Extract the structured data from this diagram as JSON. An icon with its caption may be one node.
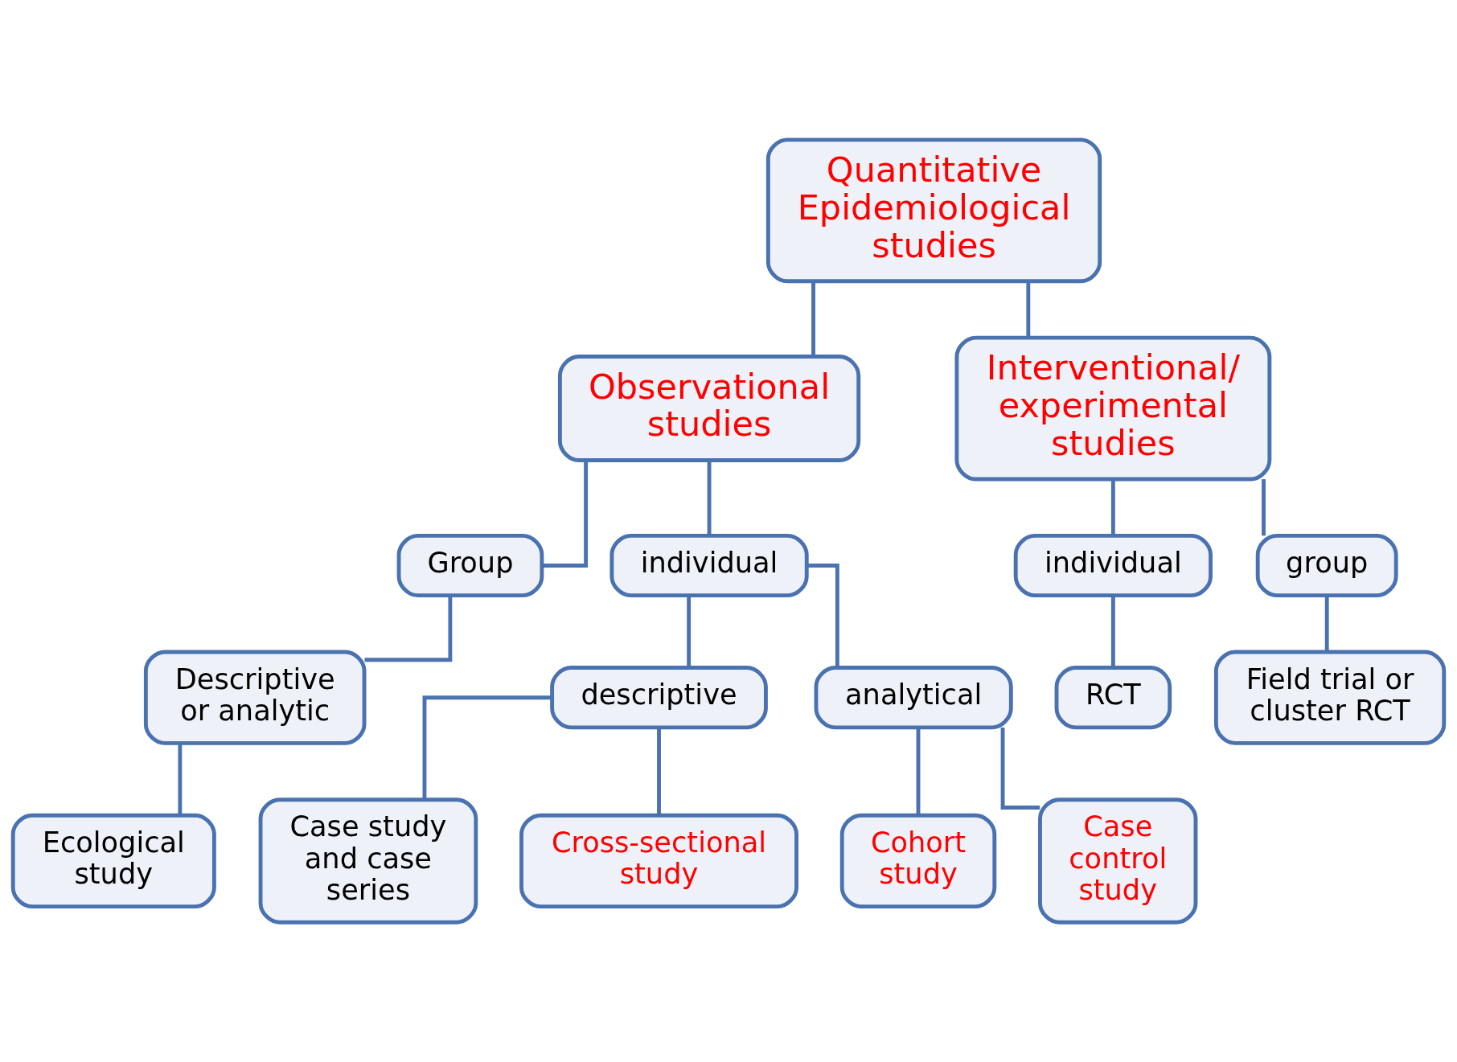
{
  "diagram": {
    "nodes": [
      {
        "text": [
          "Quantitative Epidemiological studies"
        ]
      },
      {
        "text": [
          "Observational studies"
        ]
      },
      {
        "text": [
          "Interventional/ experimental studies"
        ]
      },
      {
        "text": [
          "Group"
        ]
      },
      {
        "text": [
          "individual"
        ]
      },
      {
        "text": [
          "individual"
        ]
      },
      {
        "text": [
          "group"
        ]
      },
      {
        "text": [
          "Descriptive or analytic"
        ]
      },
      {
        "text": [
          "descriptive"
        ]
      },
      {
        "text": [
          "analytical"
        ]
      },
      {
        "text": [
          "RCT"
        ]
      },
      {
        "text": [
          "Field trial or cluster RCT"
        ]
      },
      {
        "text": [
          "Ecological study"
        ]
      },
      {
        "text": [
          "Case study and case series"
        ]
      },
      {
        "text": [
          "Cross-sectional study"
        ]
      },
      {
        "text": [
          "Cohort study"
        ]
      },
      {
        "text": [
          "Case control study"
        ]
      }
    ],
    "edges": [
      {
        "from": 0,
        "to": 1,
        "arrow": "none"
      },
      {
        "from": 0,
        "to": 2,
        "arrow": "none"
      },
      {
        "from": 1,
        "to": 3,
        "arrow": "none"
      },
      {
        "from": 1,
        "to": 4,
        "arrow": "none"
      },
      {
        "from": 2,
        "to": 5,
        "arrow": "none"
      },
      {
        "from": 2,
        "to": 6,
        "arrow": "none"
      },
      {
        "from": 3,
        "to": 7,
        "arrow": "none"
      },
      {
        "from": 4,
        "to": 8,
        "arrow": "none"
      },
      {
        "from": 4,
        "to": 9,
        "arrow": "none"
      },
      {
        "from": 5,
        "to": 10,
        "arrow": "none"
      },
      {
        "from": 6,
        "to": 11,
        "arrow": "none"
      },
      {
        "from": 7,
        "to": 12,
        "arrow": "none"
      },
      {
        "from": 8,
        "to": 13,
        "arrow": "none"
      },
      {
        "from": 8,
        "to": 14,
        "arrow": "none"
      },
      {
        "from": 9,
        "to": 15,
        "arrow": "none"
      },
      {
        "from": 9,
        "to": 16,
        "arrow": "none"
      }
    ]
  }
}
